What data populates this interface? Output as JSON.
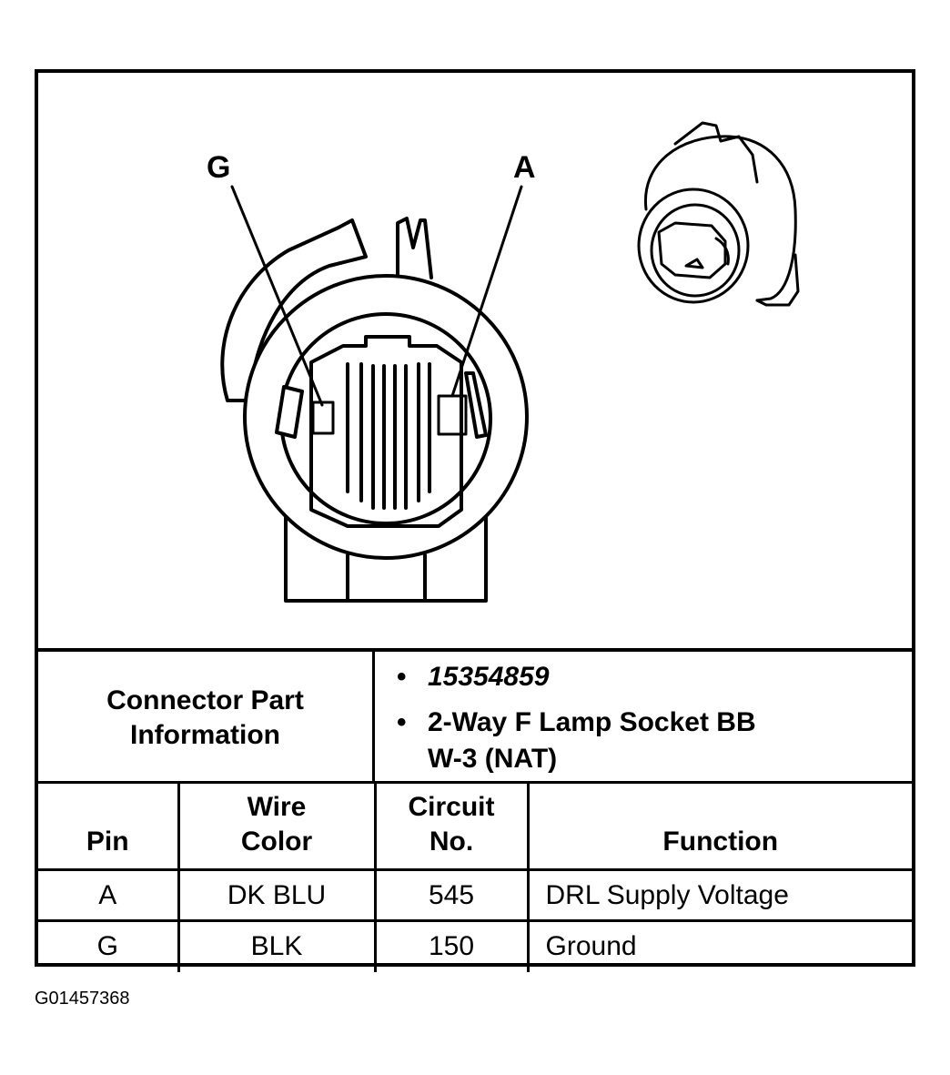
{
  "diagram": {
    "callouts": {
      "left": "G",
      "right": "A"
    }
  },
  "connector_info": {
    "title_line1": "Connector Part",
    "title_line2": "Information",
    "part_number": "15354859",
    "description_line1": "2-Way F Lamp Socket BB",
    "description_line2": "W-3 (NAT)"
  },
  "pin_table": {
    "headers": {
      "pin": "Pin",
      "wire_color_line1": "Wire",
      "wire_color_line2": "Color",
      "circuit_line1": "Circuit",
      "circuit_line2": "No.",
      "function": "Function"
    },
    "rows": [
      {
        "pin": "A",
        "wire_color": "DK BLU",
        "circuit": "545",
        "function": "DRL Supply Voltage"
      },
      {
        "pin": "G",
        "wire_color": "BLK",
        "circuit": "150",
        "function": "Ground"
      }
    ]
  },
  "figure_id": "G01457368"
}
